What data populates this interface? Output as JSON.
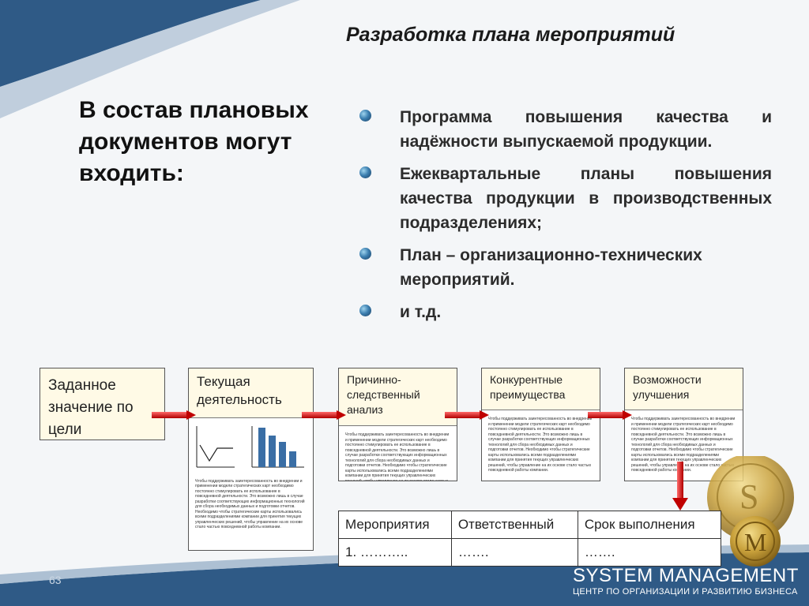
{
  "title": "Разработка плана мероприятий",
  "intro": "В состав плановых документов могут входить:",
  "bullets": [
    "Программа повышения качества и надёжности выпускаемой продукции.",
    "Ежеквартальные планы повышения качества продукции в производственных подразделениях;",
    "План – организационно-технических мероприятий.",
    "и т.д."
  ],
  "flow": {
    "box1": "Заданное значение по цели",
    "box2": "Текущая деятельность",
    "box3": "Причинно-следственный анализ",
    "box4": "Конкурентные преимущества",
    "box5": "Возможности улучшения",
    "small_text": "Чтобы поддерживать заинтересованность во внедрении и применении модели стратегических карт необходимо постоянно стимулировать ее использование в повседневной деятельности. Это возможно лишь в случае разработки соответствующих информационных технологий для сбора необходимых данных и подготовки отчетов. Необходимо чтобы стратегические карты использовались всеми подразделениями компании для принятия текущих управленческих решений, чтобы управление на их основе стало частью повседневной работы компании."
  },
  "table": {
    "headers": [
      "Мероприятия",
      "Ответственный",
      "Срок выполнения"
    ],
    "row": [
      "1. ………..",
      "…….",
      "……."
    ]
  },
  "brand": {
    "name": "SYSTEM MANAGEMENT",
    "subtitle": "ЦЕНТР ПО ОРГАНИЗАЦИИ И РАЗВИТИЮ БИЗНЕСА"
  },
  "page_number": "63",
  "colors": {
    "wave_dark": "#2f5a86",
    "arrow": "#c00000",
    "box_fill": "#fffae6",
    "coin": "#c9a13b"
  }
}
